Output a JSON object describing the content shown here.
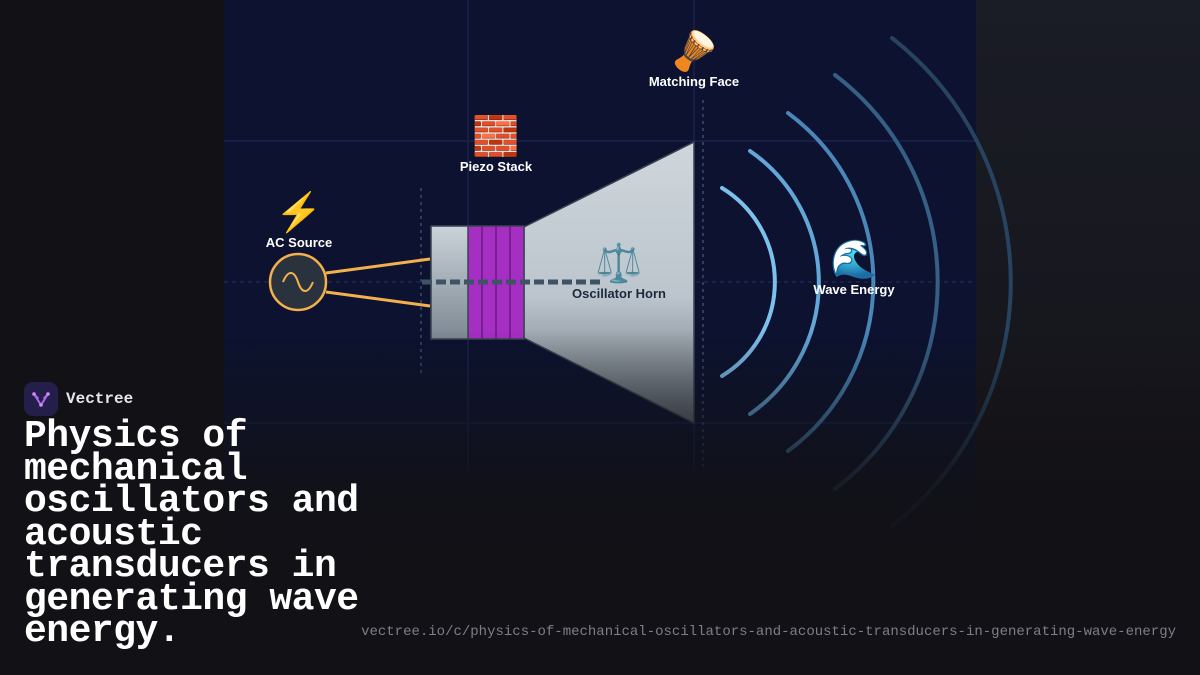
{
  "brand": {
    "name": "Vectree"
  },
  "title": "Physics of mechanical oscillators and acoustic transducers in generating wave energy.",
  "url": "vectree.io/c/physics-of-mechanical-oscillators-and-acoustic-transducers-in-generating-wave-energy",
  "labels": {
    "ac_source": {
      "icon": "⚡",
      "text": "AC Source"
    },
    "piezo_stack": {
      "icon": "🧱",
      "text": "Piezo Stack"
    },
    "matching_face": {
      "icon": "🪘",
      "text": "Matching Face"
    },
    "oscillator_horn": {
      "icon": "⚖️",
      "text": "Oscillator Horn"
    },
    "wave_energy": {
      "icon": "🌊",
      "text": "Wave Energy"
    }
  },
  "colors": {
    "background": "#121115",
    "panel": "#0c1230",
    "wire": "#f4b04c",
    "piezo": "#a42fc2",
    "horn": "#c4ccd4",
    "wave": "#6fb6e6"
  }
}
